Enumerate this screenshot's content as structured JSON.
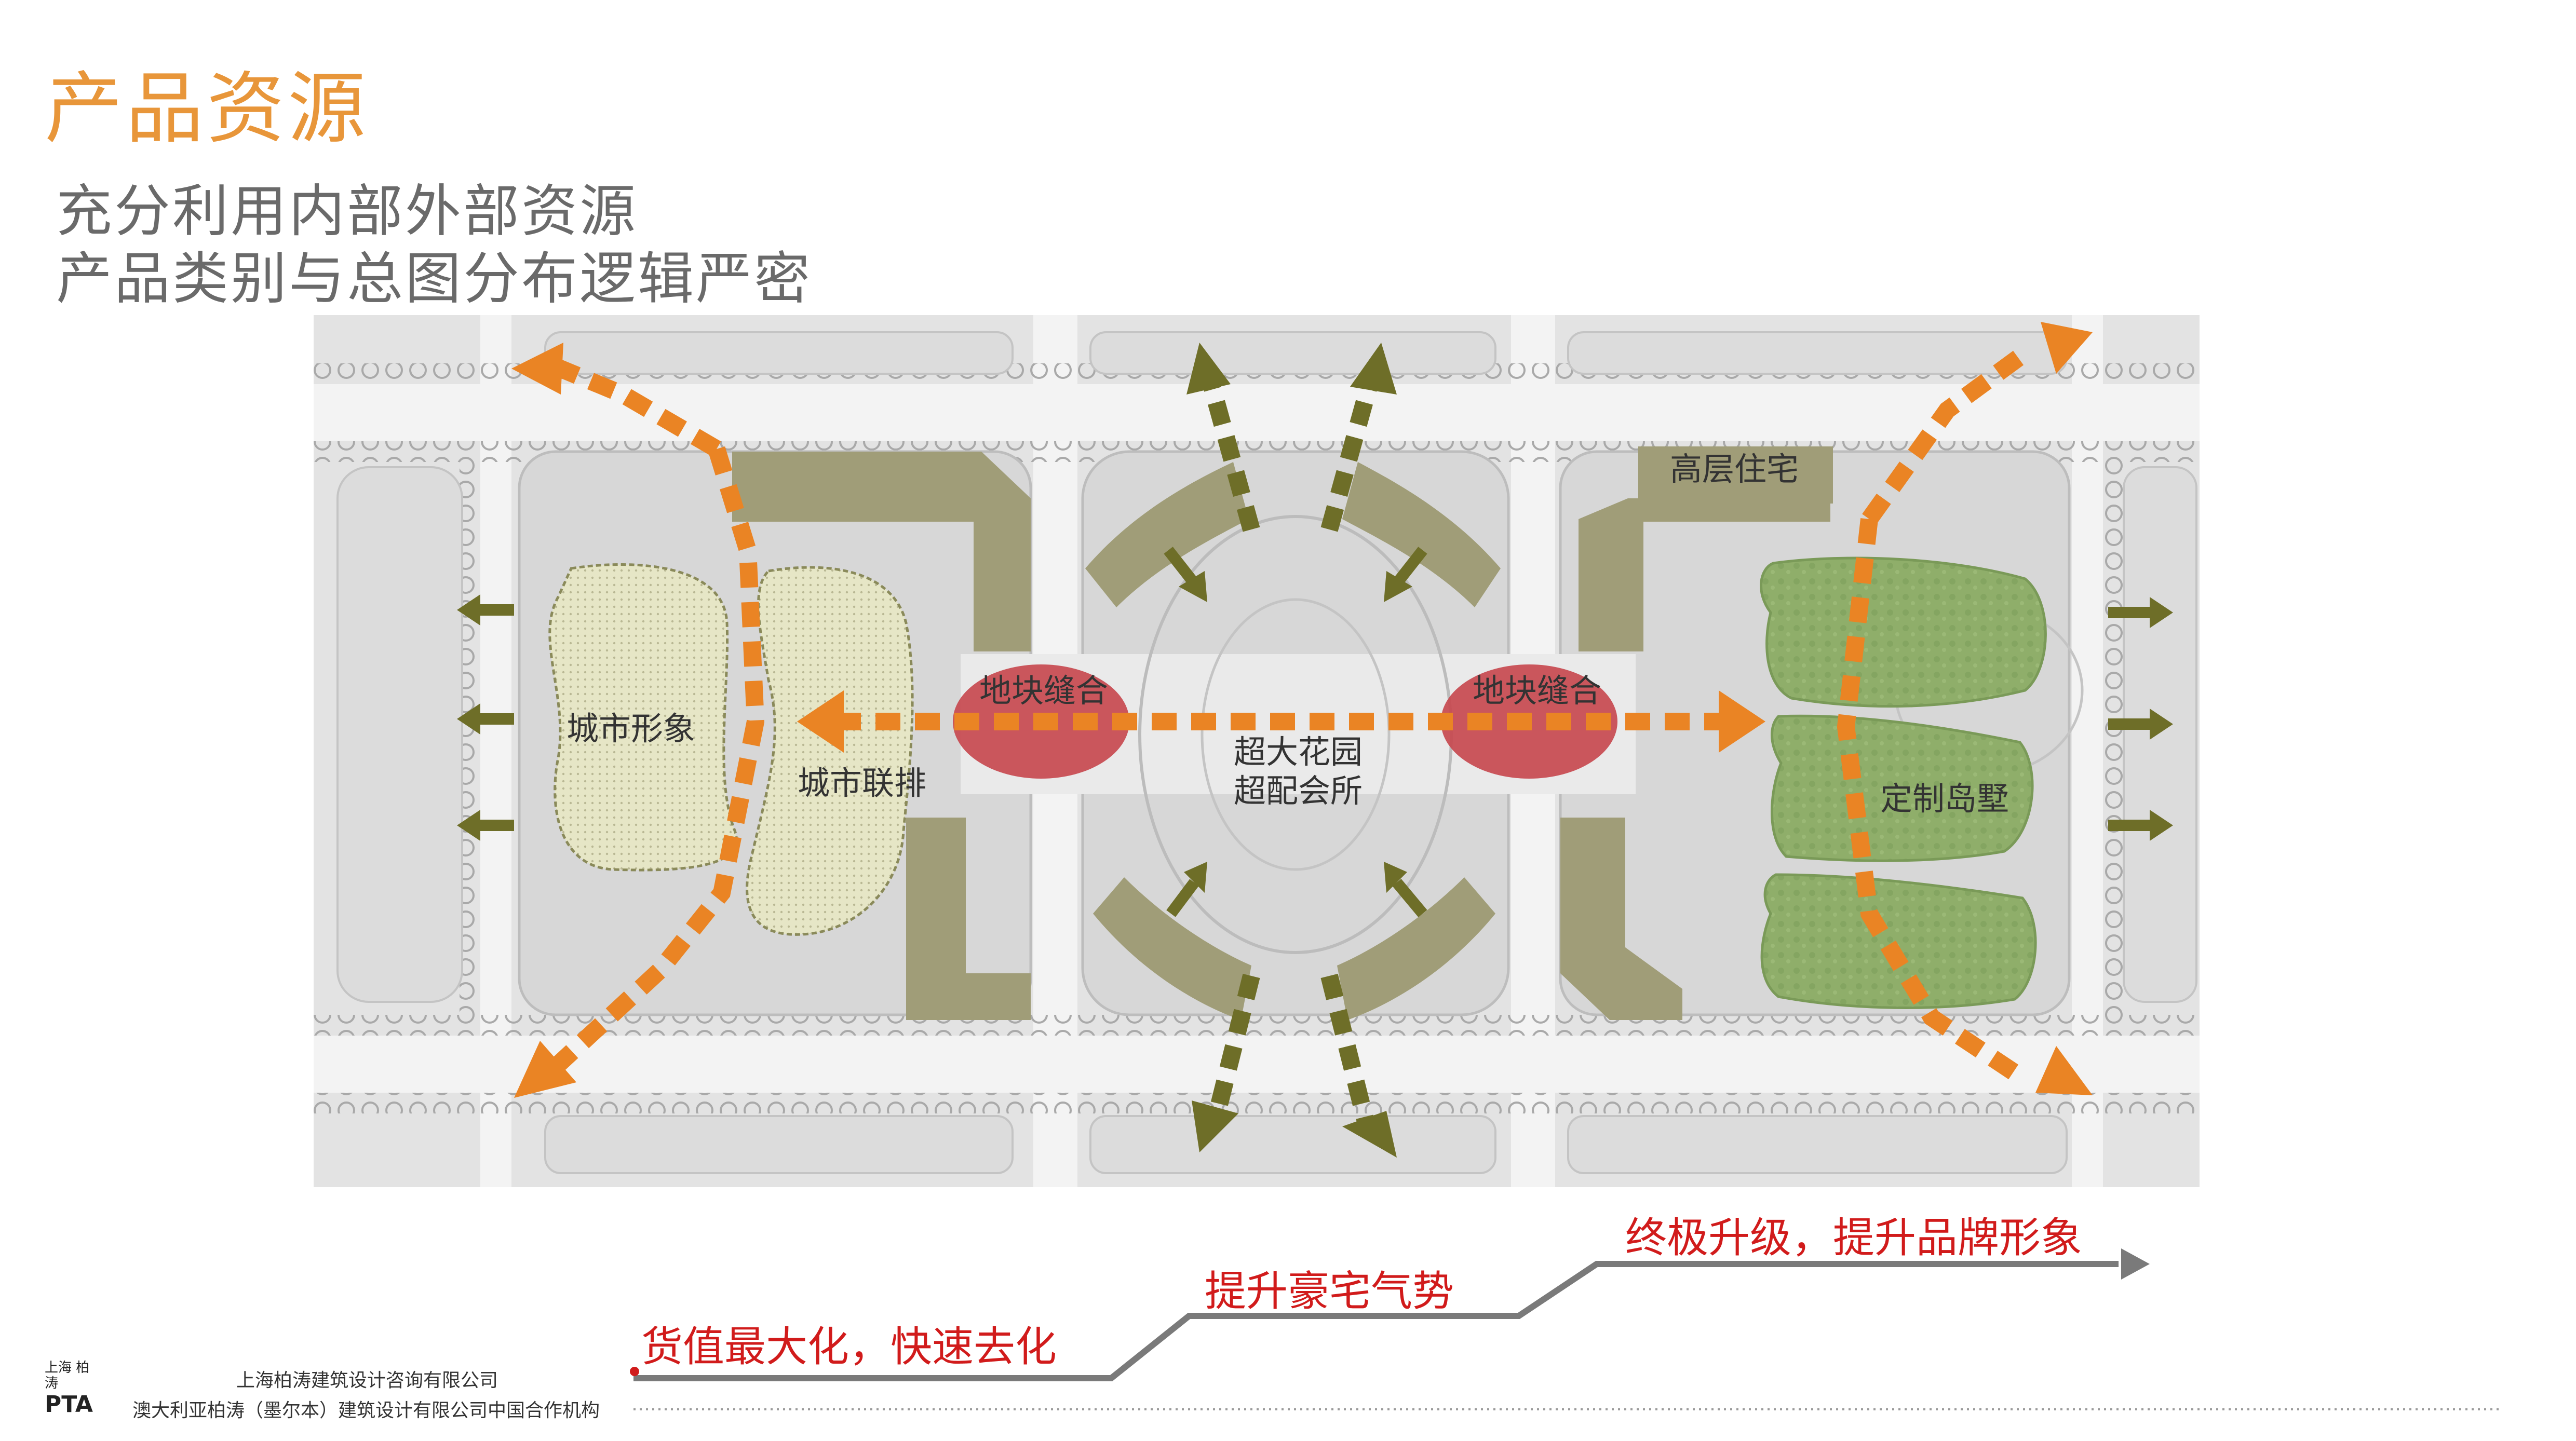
{
  "header": {
    "title": "产品资源",
    "subtitle_lines": [
      "充分利用内部外部资源",
      "产品类别与总图分布逻辑严密"
    ]
  },
  "map_labels": {
    "city_image": "城市形象",
    "city_townhouse": "城市联排",
    "stitch_left": "地块缝合",
    "stitch_right": "地块缝合",
    "garden_line1": "超大花园",
    "garden_line2": "超配会所",
    "highrise": "高层住宅",
    "island_villa": "定制岛墅"
  },
  "steps": [
    "货值最大化，快速去化",
    "提升豪宅气势",
    "终极升级，提升品牌形象"
  ],
  "footer": {
    "logo_top": "上海\n柏涛",
    "logo_main": "PTA",
    "company_line1": "上海柏涛建筑设计咨询有限公司",
    "company_line2": "澳大利亚柏涛（墨尔本）建筑设计有限公司中国合作机构"
  },
  "colors": {
    "title_orange": "#e8963a",
    "arrow_orange": "#ea8424",
    "arrow_olive": "#6e6e28",
    "building_olive": "#a09d78",
    "stitch_red": "#c6464c",
    "villa_green": "#8fae6a",
    "step_red": "#d11b1b"
  }
}
